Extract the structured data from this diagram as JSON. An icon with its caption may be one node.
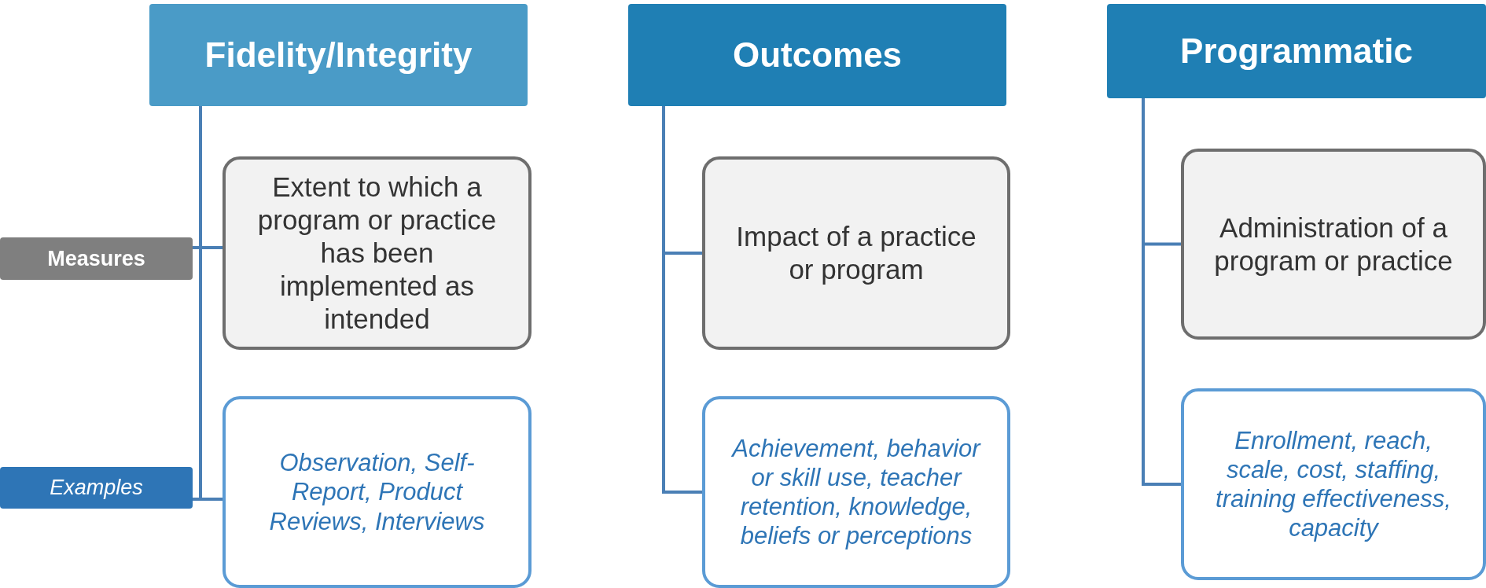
{
  "diagram": {
    "nodes": [
      {
        "text": [
          "Fidelity/Integrity"
        ]
      },
      {
        "text": [
          "Outcomes"
        ]
      },
      {
        "text": [
          "Programmatic"
        ]
      },
      {
        "text": [
          "Measures"
        ]
      },
      {
        "text": [
          "Extent to which a program or practice has been implemented as intended"
        ]
      },
      {
        "text": [
          "Impact of a practice or program"
        ]
      },
      {
        "text": [
          "Administration of a program or practice"
        ]
      },
      {
        "text": [
          "Examples"
        ]
      },
      {
        "text": [
          "Observation, Self-Report, Product Reviews, Interviews"
        ]
      },
      {
        "text": [
          "Achievement, behavior or skill use, teacher retention, knowledge, beliefs or perceptions"
        ]
      },
      {
        "text": [
          "Enrollment, reach, scale, cost, staffing, training effectiveness, capacity"
        ]
      }
    ],
    "edges": [
      {
        "from": 0,
        "to": 4,
        "arrow": "none"
      },
      {
        "from": 0,
        "to": 8,
        "arrow": "none"
      },
      {
        "from": 1,
        "to": 5,
        "arrow": "none"
      },
      {
        "from": 1,
        "to": 9,
        "arrow": "none"
      },
      {
        "from": 2,
        "to": 6,
        "arrow": "none"
      },
      {
        "from": 2,
        "to": 10,
        "arrow": "none"
      },
      {
        "from": 3,
        "to": 4,
        "arrow": "none"
      },
      {
        "from": 7,
        "to": 8,
        "arrow": "none"
      }
    ]
  }
}
